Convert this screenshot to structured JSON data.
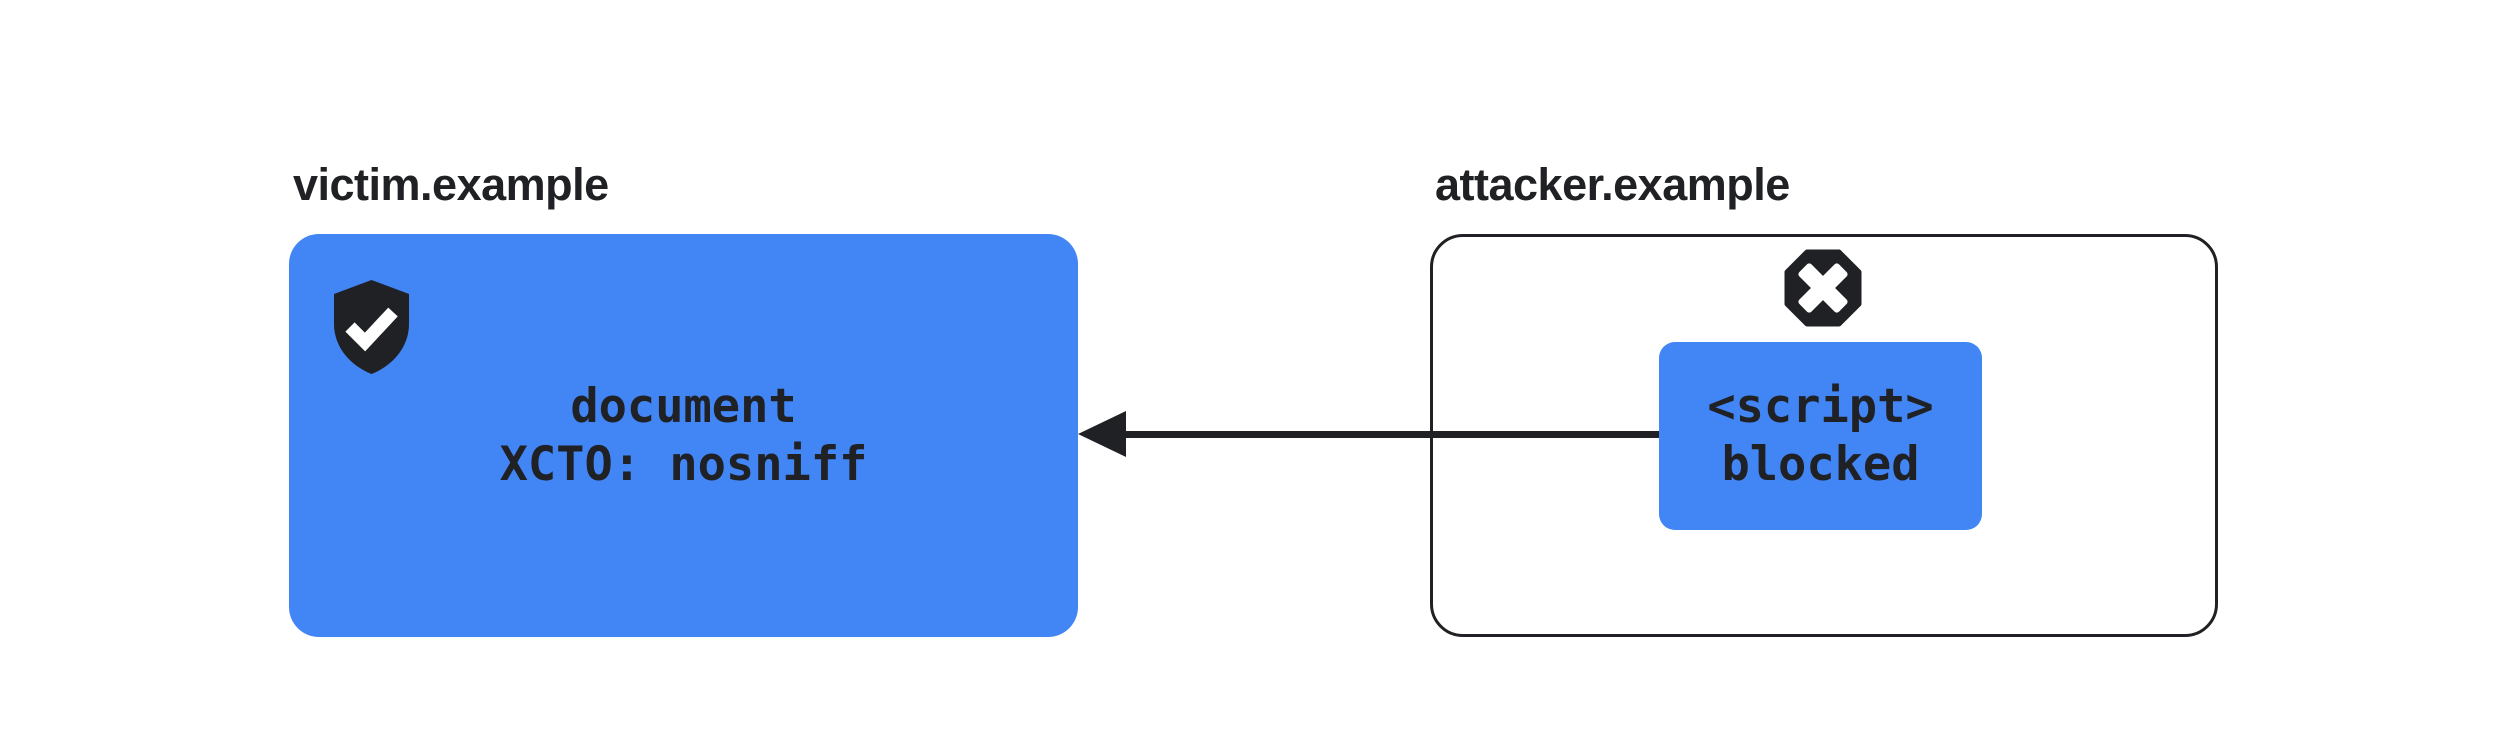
{
  "diagram": {
    "victim": {
      "label": "victim.example",
      "box_lines": {
        "line1": "document",
        "line2": "XCTO: nosniff"
      },
      "icon": "shield-check-icon"
    },
    "attacker": {
      "label": "attacker.example",
      "box_lines": {
        "line1": "<script>",
        "line2": "blocked"
      },
      "icon": "blocked-octagon-icon"
    },
    "arrow": {
      "direction": "right-to-left",
      "style": "solid"
    }
  },
  "colors": {
    "accent_blue": "#4285F4",
    "dark": "#202124",
    "background": "#FFFFFF"
  }
}
